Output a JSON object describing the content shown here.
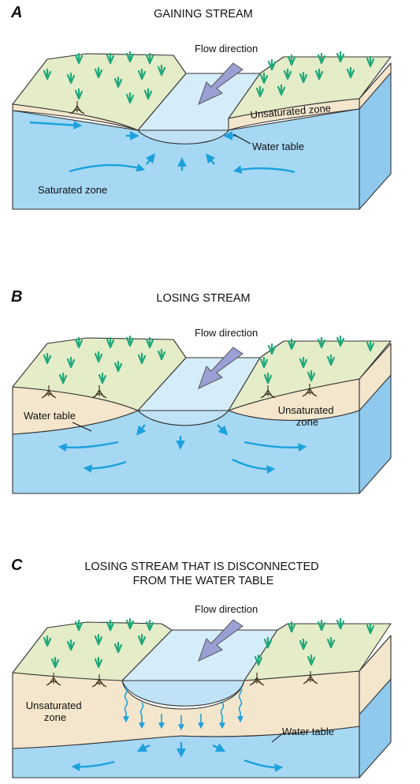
{
  "panels": [
    {
      "letter": "A",
      "title": [
        "GAINING STREAM"
      ],
      "labels": {
        "flow_direction": "Flow direction",
        "unsaturated_zone": "Unsaturated zone",
        "water_table": "Water table",
        "saturated_zone": "Saturated zone"
      }
    },
    {
      "letter": "B",
      "title": [
        "LOSING STREAM"
      ],
      "labels": {
        "flow_direction": "Flow direction",
        "water_table": "Water table",
        "unsaturated_zone": [
          "Unsaturated",
          "zone"
        ]
      }
    },
    {
      "letter": "C",
      "title": [
        "LOSING STREAM THAT IS DISCONNECTED",
        "FROM THE WATER TABLE"
      ],
      "labels": {
        "flow_direction": "Flow direction",
        "unsaturated_zone": [
          "Unsaturated",
          "zone"
        ],
        "water_table": "Water table"
      }
    }
  ],
  "colors": {
    "grass_surface": "#e4ecc8",
    "unsaturated_soil": "#f3e6cc",
    "saturated_water": "#a6d8f4",
    "side_face": "#8fcaee",
    "stream_water": "#d5ecfa",
    "flow_arrow": "#9aa0d4",
    "groundwater_arrow": "#1da1dc",
    "grass": "#22a87a",
    "roots": "#3a2a1a"
  },
  "icons": [
    "grass-tuft-icon",
    "root-icon",
    "flow-arrow-icon",
    "groundwater-arrow-icon",
    "seepage-arrow-icon"
  ]
}
